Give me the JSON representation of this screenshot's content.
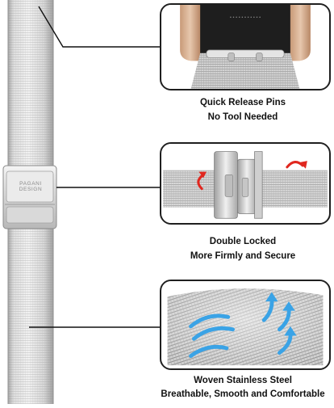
{
  "strap": {
    "brand_mark": "PAGANI DESIGN"
  },
  "panels": [
    {
      "title": "Quick Release Pins",
      "subtitle": "No Tool Needed",
      "icon": "quick-release-pin-closeup"
    },
    {
      "title": "Double Locked",
      "subtitle": "More Firmly and Secure",
      "icon": "clasp-lock-arrows"
    },
    {
      "title": "Woven Stainless Steel",
      "subtitle": "Breathable, Smooth and Comfortable",
      "icon": "mesh-airflow-arrows"
    }
  ],
  "colors": {
    "steel_light": "#e8e8e8",
    "steel_dark": "#9a9a9a",
    "frame": "#1f1f1f",
    "arrow_red": "#e0271f",
    "arrow_blue": "#3aa3e6",
    "caption_text": "#111111"
  }
}
